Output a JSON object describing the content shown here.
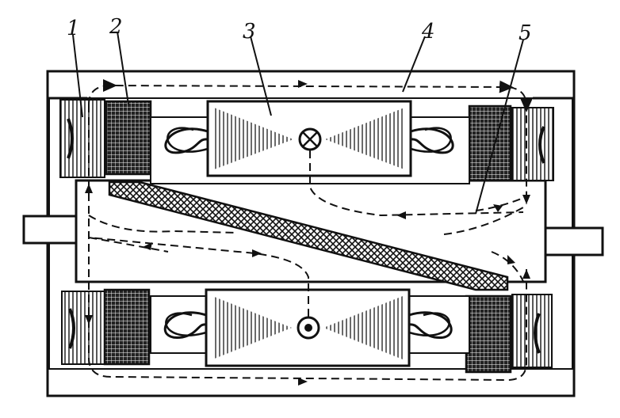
{
  "labels": {
    "l1": "1",
    "l2": "2",
    "l3": "3",
    "l4": "4",
    "l5": "5"
  },
  "colors": {
    "ink": "#111111",
    "paper": "#ffffff"
  },
  "symbols": {
    "upper_conductor": "cross-in-circle-icon",
    "lower_conductor": "dot-in-circle-icon"
  }
}
